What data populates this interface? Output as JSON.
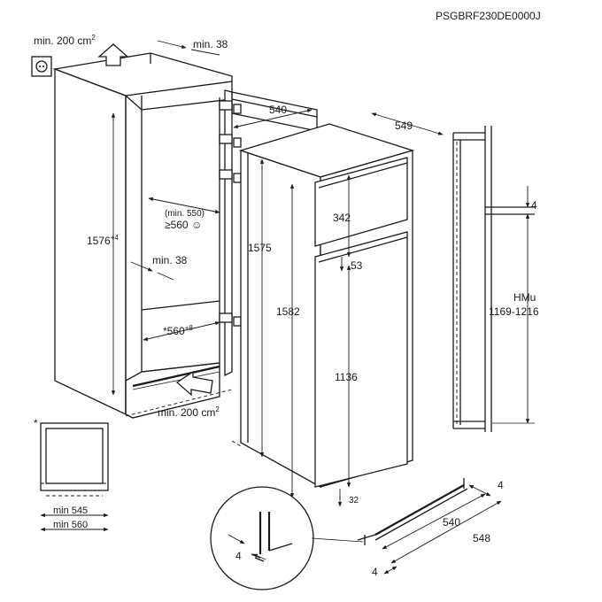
{
  "model_code": "PSGBRF230DE0000J",
  "labels": {
    "vent_top": "min. 200 cm",
    "vent_top_sup": "2",
    "gap_top": "min. 38",
    "niche_depth": "540",
    "appliance_depth": "549",
    "min_550": "(min. 550)",
    "ge_560": "≥560",
    "niche_height": "1576",
    "niche_height_sup": "+4",
    "gap_side": "min. 38",
    "niche_width": "*560",
    "niche_width_sup": "+8",
    "vent_bottom": "min. 200 cm",
    "vent_bottom_sup": "2",
    "body_height": "1575",
    "total_height": "1582",
    "freezer_door": "342",
    "door_gap": "53",
    "fridge_door": "1136",
    "bottom_gap": "32",
    "rail_gap": "4",
    "hmu_label": "HMu",
    "hmu_range": "1169-1216",
    "bottom_4a": "4",
    "bottom_540": "540",
    "bottom_548": "548",
    "bottom_4b": "4",
    "detail_4": "4",
    "inset_star": "*",
    "inset_min545": "min 545",
    "inset_min560": "min 560"
  }
}
